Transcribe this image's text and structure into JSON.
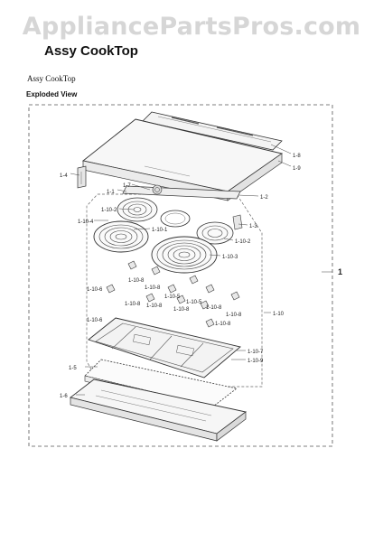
{
  "watermark": "AppliancePartsPros.com",
  "header": {
    "title": "Assy CookTop"
  },
  "subtitle": "Assy CookTop",
  "section_label": "Exploded View",
  "callouts": {
    "c1_8": "1-8",
    "c1_9": "1-9",
    "c1_4": "1-4",
    "c1_7": "1-7",
    "c1_1": "1-1",
    "c1_2": "1-2",
    "c1_10_2a": "1-10-2",
    "c1_10_4": "1-10-4",
    "c1_10_1": "1-10-1",
    "c1_3": "1-3",
    "c1_10_2b": "1-10-2",
    "c1_10_3": "1-10-3",
    "c1": "1",
    "c1_10_8a": "1-10-8",
    "c1_10_8b": "1-10-8",
    "c1_10_5a": "1-10-5",
    "c1_10_5b": "1-10-5",
    "c1_10_8c": "1-10-8",
    "c1_10_6a": "1-10-6",
    "c1_10_8d": "1-10-8",
    "c1_10_8e": "1-10-8",
    "c1_10_8f": "1-10-8",
    "c1_10_8g": "1-10-8",
    "c1_10": "1-10",
    "c1_10_6b": "1-10-6",
    "c1_10_8h": "1-10-8",
    "c1_10_7": "1-10-7",
    "c1_10_9": "1-10-9",
    "c1_5": "1-5",
    "c1_6": "1-6"
  }
}
